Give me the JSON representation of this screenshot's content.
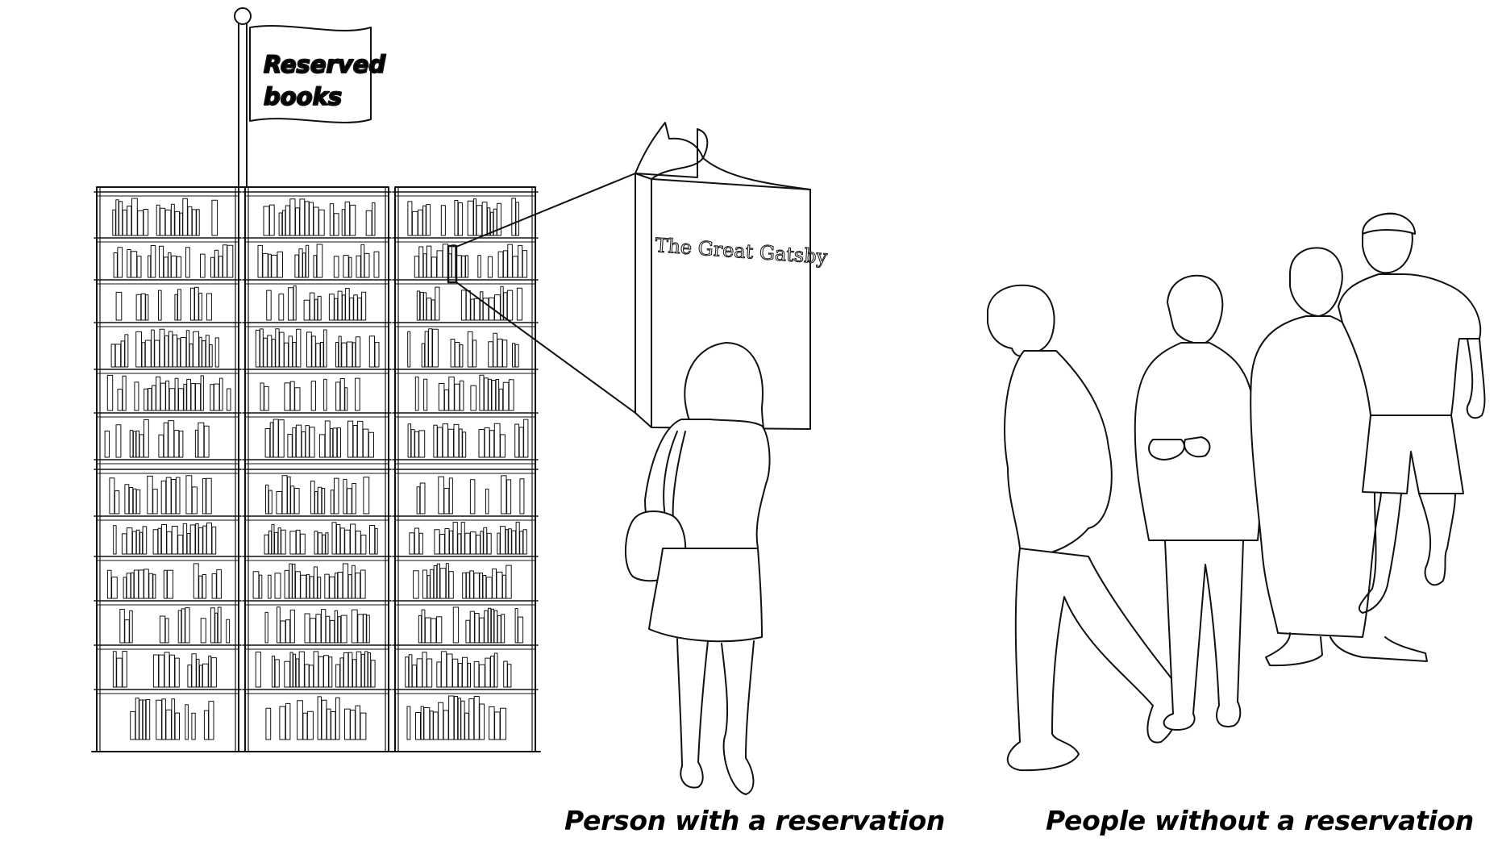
{
  "flag": {
    "line1": "Reserved",
    "line2": "books"
  },
  "highlighted_book": {
    "title": "The Great Gatsby"
  },
  "captions": {
    "left": "Person with a reservation",
    "right": "People without a reservation"
  },
  "colors": {
    "ink": "#000000",
    "background": "#ffffff"
  }
}
